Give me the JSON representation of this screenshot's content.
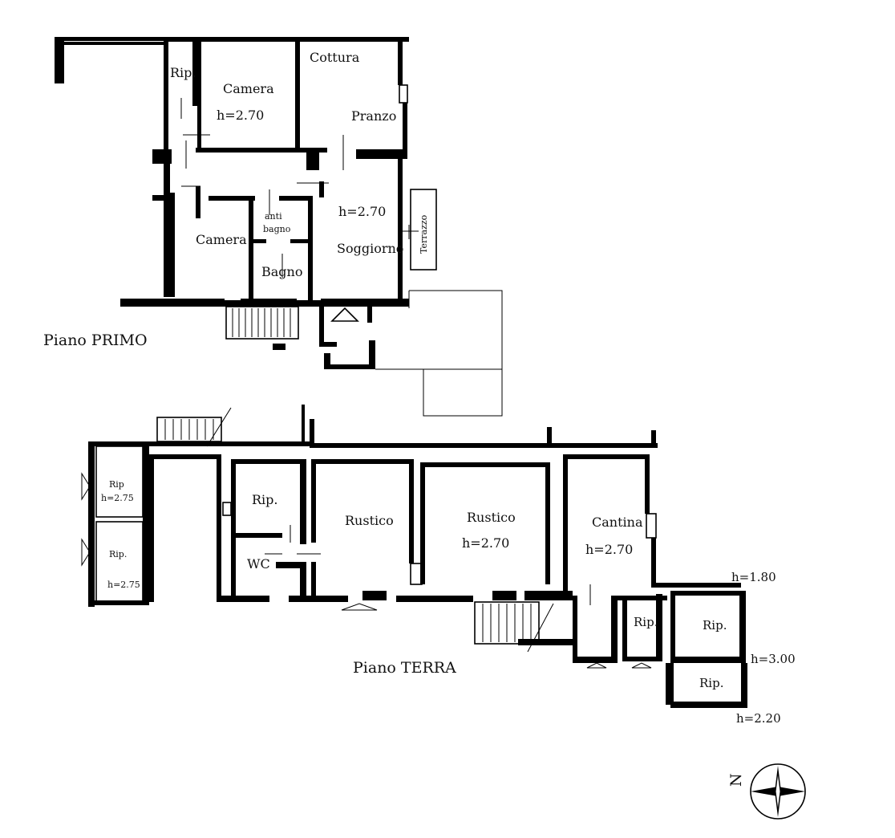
{
  "floors": [
    {
      "title": "Piano PRIMO",
      "rooms": [
        {
          "id": "rip",
          "name": "Rip."
        },
        {
          "id": "camera1",
          "name": "Camera",
          "height": "h=2.70"
        },
        {
          "id": "cottura",
          "name": "Cottura"
        },
        {
          "id": "pranzo",
          "name": "Pranzo"
        },
        {
          "id": "soggiorno",
          "name": "Soggiorno",
          "height": "h=2.70"
        },
        {
          "id": "terrazzo",
          "name": "Terrazzo"
        },
        {
          "id": "camera2",
          "name": "Camera"
        },
        {
          "id": "antibagno",
          "name_l1": "anti",
          "name_l2": "bagno"
        },
        {
          "id": "bagno",
          "name": "Bagno"
        }
      ]
    },
    {
      "title": "Piano TERRA",
      "rooms": [
        {
          "id": "rip_a",
          "name": "Rip",
          "height": "h=2.75"
        },
        {
          "id": "rip_b",
          "name": "Rip.",
          "height": "h=2.75"
        },
        {
          "id": "rip_c",
          "name": "Rip."
        },
        {
          "id": "wc",
          "name": "WC"
        },
        {
          "id": "rustico1",
          "name": "Rustico"
        },
        {
          "id": "rustico2",
          "name": "Rustico",
          "height": "h=2.70"
        },
        {
          "id": "cantina",
          "name": "Cantina",
          "height": "h=2.70"
        },
        {
          "id": "rip_d",
          "name": "Rip."
        },
        {
          "id": "rip_e",
          "name": "Rip."
        },
        {
          "id": "rip_f",
          "name": "Rip."
        }
      ],
      "extra_heights": [
        "h=1.80",
        "h=3.00",
        "h=2.20"
      ]
    }
  ],
  "compass": {
    "label": "N",
    "icon": "compass-rose-icon"
  }
}
